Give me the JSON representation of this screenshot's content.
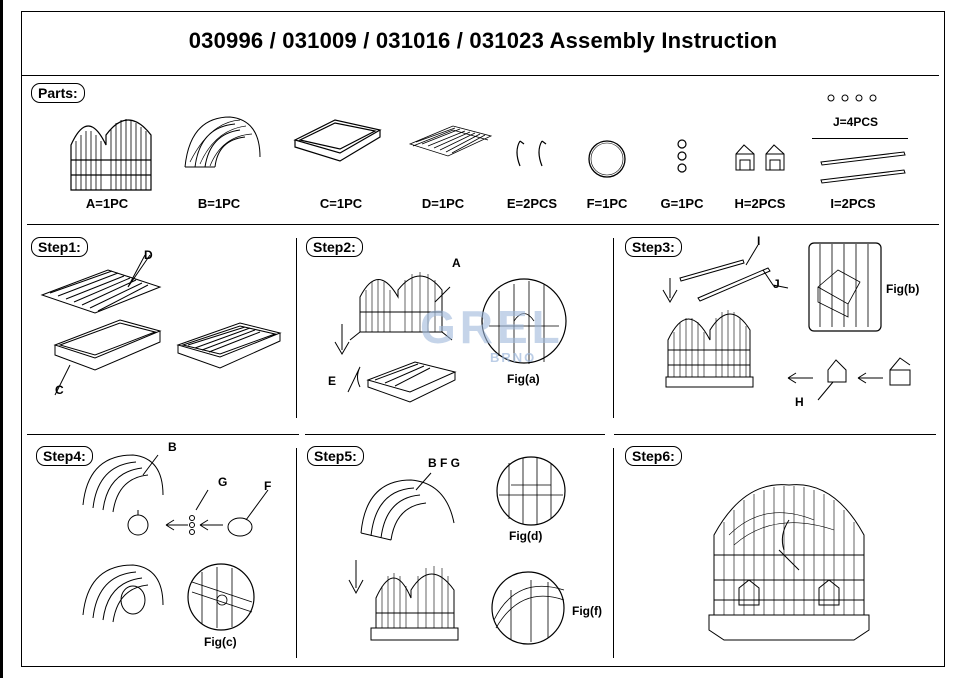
{
  "title": "030996  /  031009  /  031016  /  031023  Assembly Instruction",
  "parts_label": "Parts:",
  "parts": [
    {
      "letter": "A",
      "caption": "A=1PC"
    },
    {
      "letter": "B",
      "caption": "B=1PC"
    },
    {
      "letter": "C",
      "caption": "C=1PC"
    },
    {
      "letter": "D",
      "caption": "D=1PC"
    },
    {
      "letter": "E",
      "caption": "E=2PCS"
    },
    {
      "letter": "F",
      "caption": "F=1PC"
    },
    {
      "letter": "G",
      "caption": "G=1PC"
    },
    {
      "letter": "H",
      "caption": "H=2PCS"
    },
    {
      "letter": "I",
      "caption": "I=2PCS"
    }
  ],
  "part_j": "J=4PCS",
  "steps": [
    {
      "label": "Step1:",
      "callouts": [
        "D",
        "C"
      ]
    },
    {
      "label": "Step2:",
      "callouts": [
        "A",
        "E"
      ],
      "fig": "Fig(a)"
    },
    {
      "label": "Step3:",
      "callouts": [
        "I",
        "J",
        "H"
      ],
      "fig": "Fig(b)"
    },
    {
      "label": "Step4:",
      "callouts": [
        "B",
        "G",
        "F"
      ],
      "fig": "Fig(c)"
    },
    {
      "label": "Step5:",
      "callouts": [
        "B F G"
      ],
      "figs": [
        "Fig(d)",
        "Fig(f)"
      ]
    },
    {
      "label": "Step6:"
    }
  ],
  "watermark": {
    "main": "GREL",
    "sub": "BRNO"
  }
}
